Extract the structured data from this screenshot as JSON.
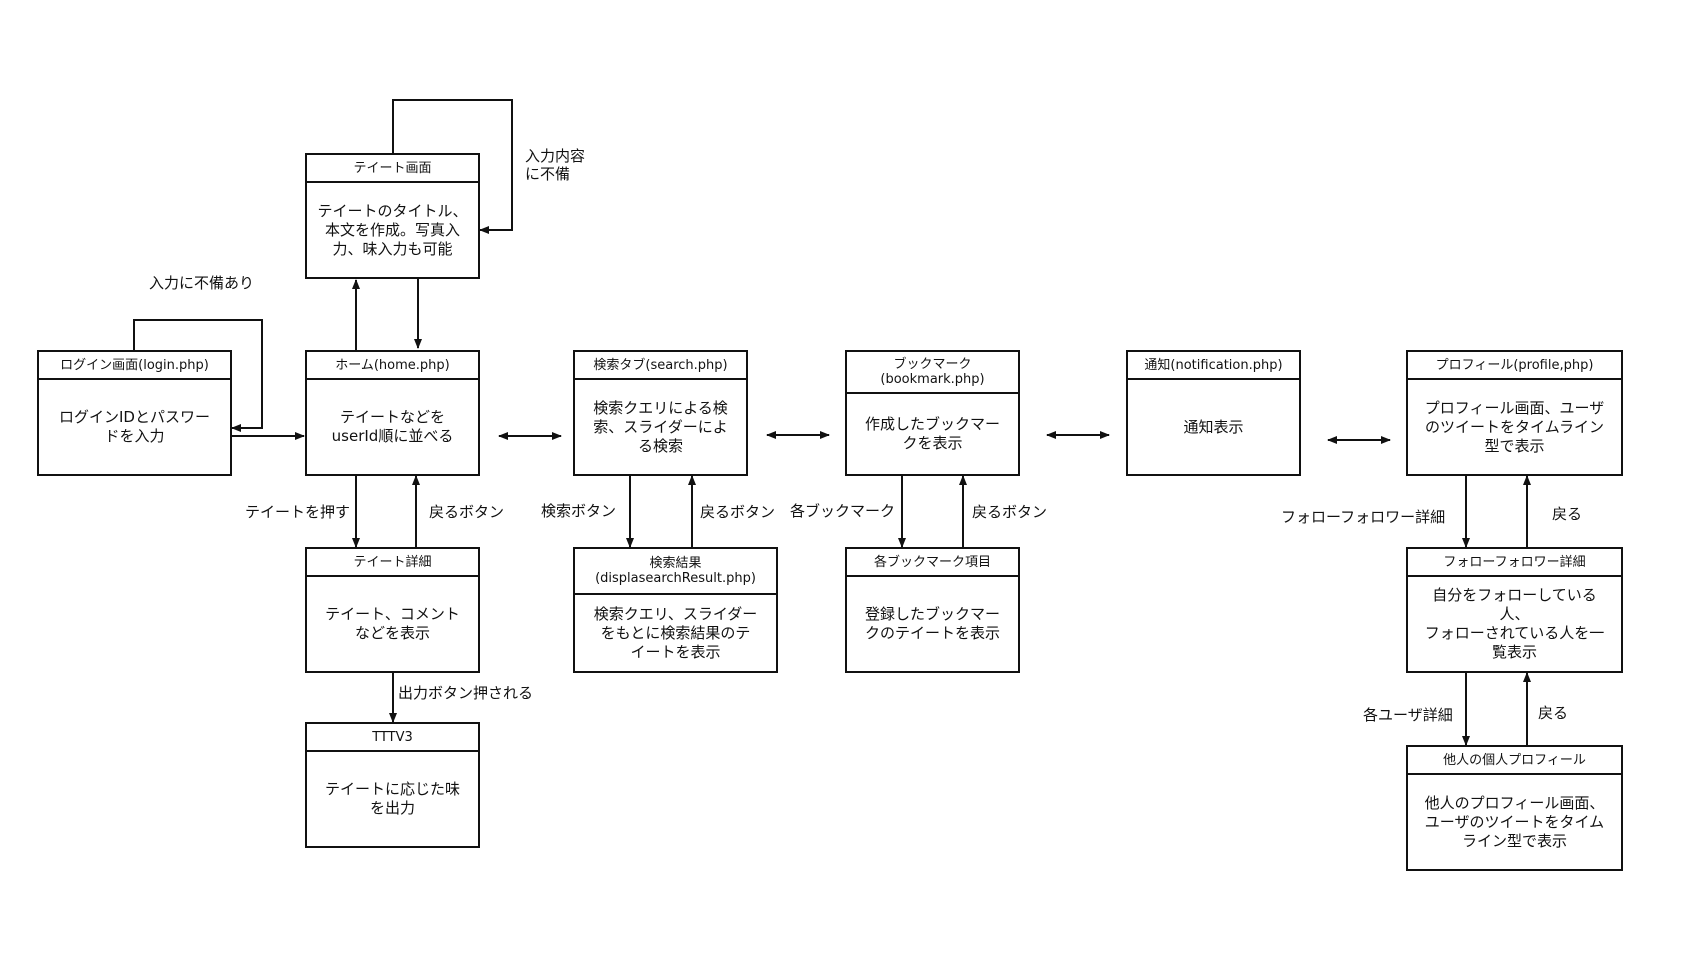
{
  "boxes": {
    "tweet_screen": {
      "title": "テイート画面",
      "body": "テイートのタイトル、\n本文を作成。写真入\n力、味入力も可能"
    },
    "login": {
      "title": "ログイン画面(login.php)",
      "body": "ログインIDとパスワー\nドを入力"
    },
    "home": {
      "title": "ホーム(home.php)",
      "body": "テイートなどを\nuserId順に並べる"
    },
    "search": {
      "title": "検索タブ(search.php)",
      "body": "検索クエリによる検\n索、スライダーによ\nる検索"
    },
    "bookmark": {
      "title": "ブックマーク\n(bookmark.php)",
      "body": "作成したブックマー\nクを表示"
    },
    "notification": {
      "title": "通知(notification.php)",
      "body": "通知表示"
    },
    "profile": {
      "title": "プロフィール(profile,php)",
      "body": "プロフィール画面、ユーザ\nのツイートをタイムライン\n型で表示"
    },
    "tweet_detail": {
      "title": "テイート詳細",
      "body": "テイート、コメント\nなどを表示"
    },
    "search_result": {
      "title": "検索結果\n(displasearchResult.php)",
      "body": "検索クエリ、スライダー\nをもとに検索結果のテ\nイートを表示"
    },
    "bookmark_item": {
      "title": "各ブックマーク項目",
      "body": "登録したブックマー\nクのテイートを表示"
    },
    "follow_detail": {
      "title": "フォローフォロワー詳細",
      "body": "自分をフォローしている人、\nフォローされている人を一\n覧表示"
    },
    "tttv3": {
      "title": "TTTV3",
      "body": "テイートに応じた味\nを出力"
    },
    "other_profile": {
      "title": "他人の個人プロフィール",
      "body": "他人のプロフィール画面、\nユーザのツイートをタイム\nライン型で表示"
    }
  },
  "labels": {
    "input_incomplete": "入力内容\nに不備",
    "login_incomplete": "入力に不備あり",
    "push_tweet": "テイートを押す",
    "back_home": "戻るボタン",
    "search_button": "検索ボタン",
    "back_search": "戻るボタン",
    "each_bookmark": "各ブックマーク",
    "back_bookmark": "戻るボタン",
    "output_pressed": "出力ボタン押される",
    "follow_label": "フォローフォロワー詳細",
    "back_profile": "戻る",
    "each_user": "各ユーザ詳細",
    "back_follow": "戻る"
  }
}
